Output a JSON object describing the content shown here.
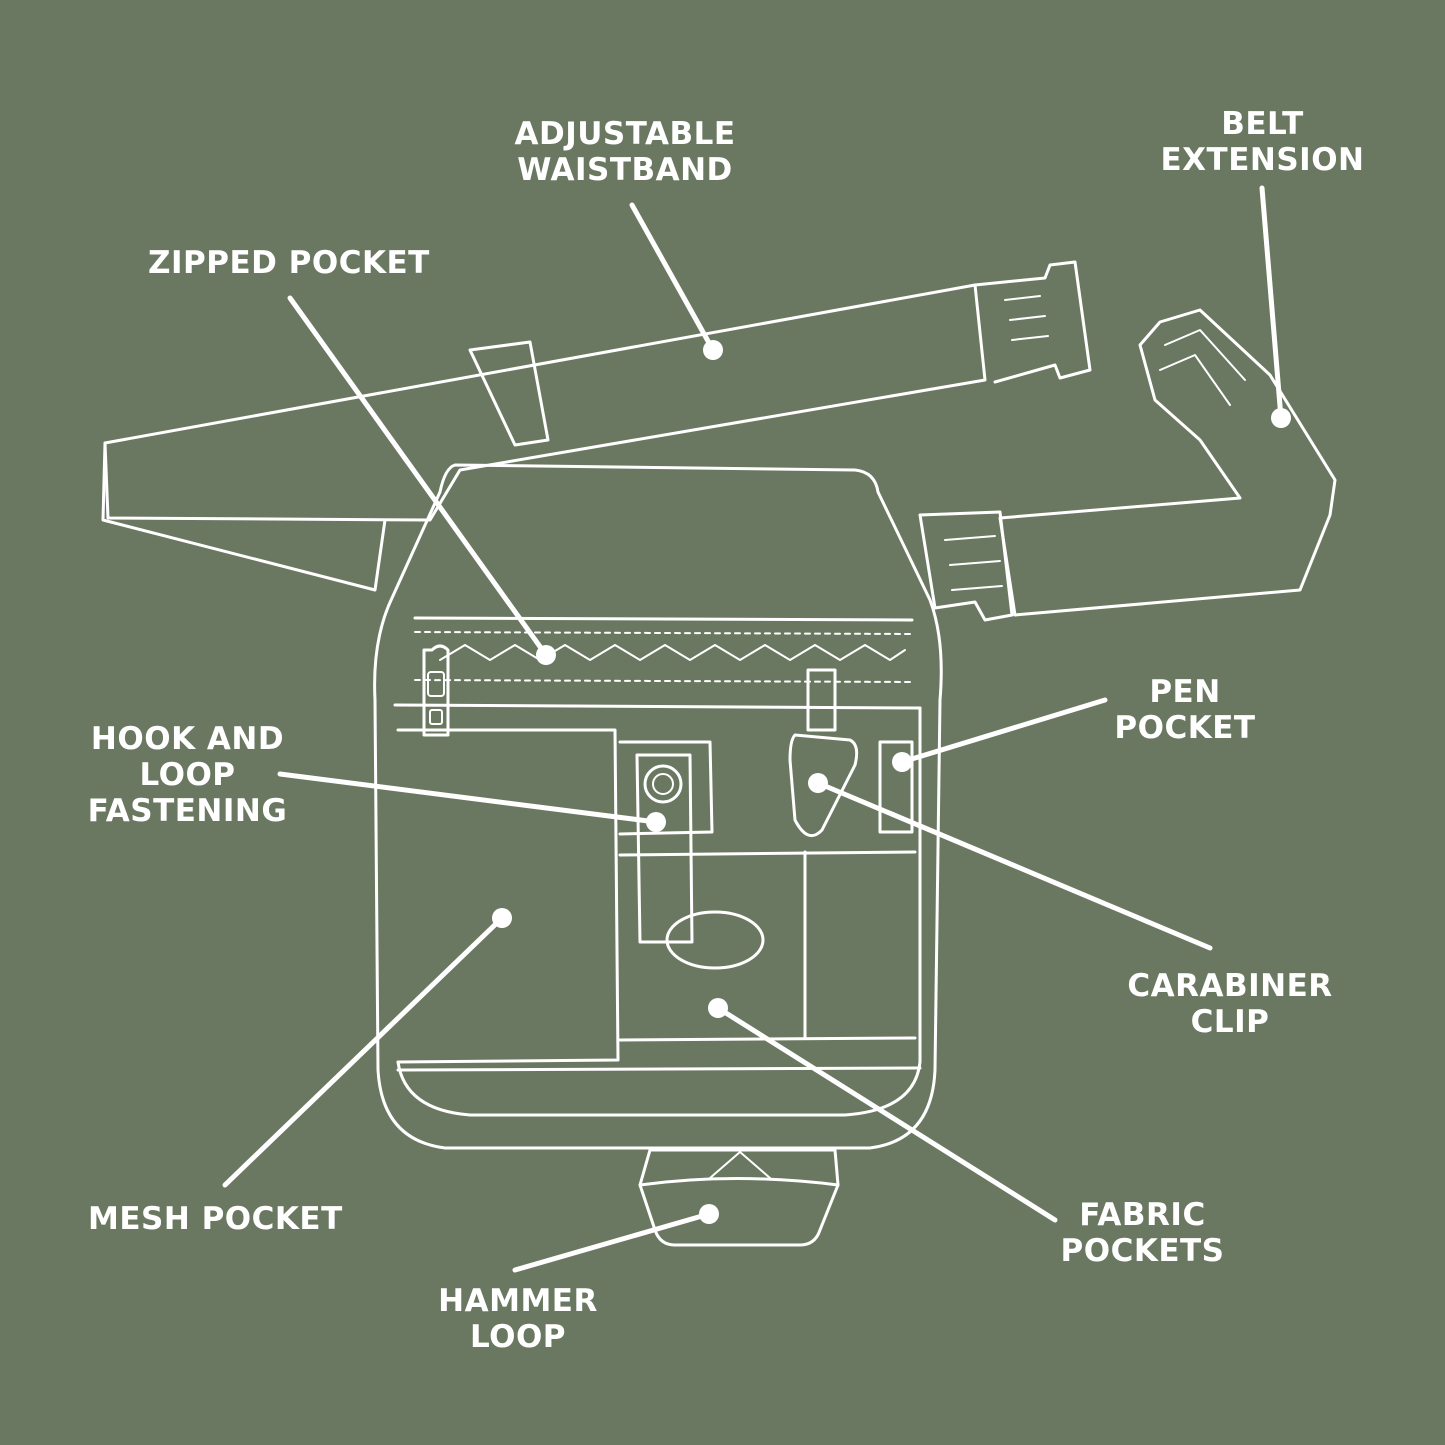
{
  "background_color": "#6b7861",
  "line_color": "#ffffff",
  "labels": {
    "adjustable_waistband": [
      "ADJUSTABLE",
      "WAISTBAND"
    ],
    "belt_extension": [
      "BELT",
      "EXTENSION"
    ],
    "zipped_pocket": [
      "ZIPPED POCKET"
    ],
    "pen_pocket": [
      "PEN",
      "POCKET"
    ],
    "hook_and_loop": [
      "HOOK AND",
      "LOOP",
      "FASTENING"
    ],
    "carabiner_clip": [
      "CARABINER",
      "CLIP"
    ],
    "mesh_pocket": [
      "MESH POCKET"
    ],
    "fabric_pockets": [
      "FABRIC",
      "POCKETS"
    ],
    "hammer_loop": [
      "HAMMER",
      "LOOP"
    ]
  }
}
